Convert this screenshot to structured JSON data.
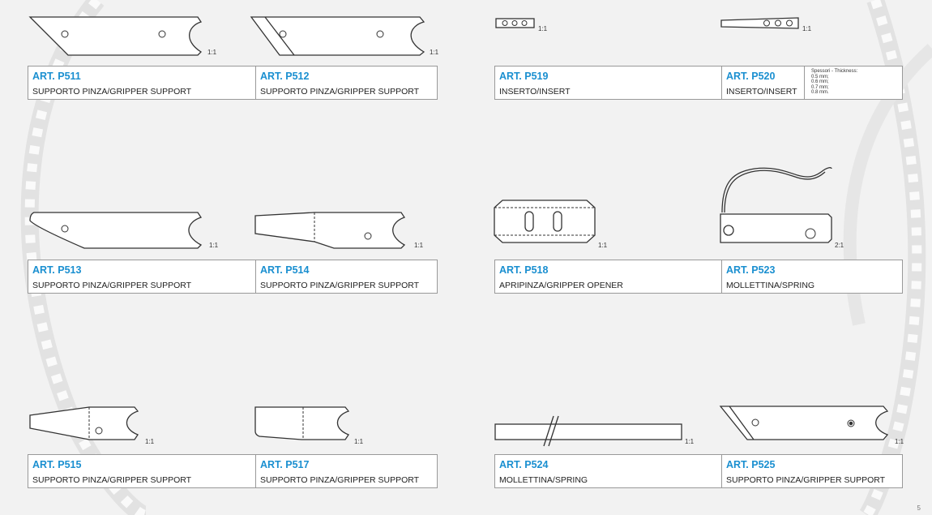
{
  "items": {
    "p511": {
      "art": "ART. P511",
      "desc": "SUPPORTO PINZA/GRIPPER SUPPORT",
      "scale": "1:1"
    },
    "p512": {
      "art": "ART. P512",
      "desc": "SUPPORTO PINZA/GRIPPER SUPPORT",
      "scale": "1:1"
    },
    "p519": {
      "art": "ART. P519",
      "desc": "INSERTO/INSERT",
      "scale": "1:1"
    },
    "p520": {
      "art": "ART. P520",
      "desc": "INSERTO/INSERT",
      "scale": "1:1"
    },
    "p513": {
      "art": "ART. P513",
      "desc": "SUPPORTO PINZA/GRIPPER SUPPORT",
      "scale": "1:1"
    },
    "p514": {
      "art": "ART. P514",
      "desc": "SUPPORTO PINZA/GRIPPER SUPPORT",
      "scale": "1:1"
    },
    "p518": {
      "art": "ART. P518",
      "desc": "APRIPINZA/GRIPPER OPENER",
      "scale": "1:1"
    },
    "p523": {
      "art": "ART. P523",
      "desc": "MOLLETTINA/SPRING",
      "scale": "2:1"
    },
    "p515": {
      "art": "ART. P515",
      "desc": "SUPPORTO PINZA/GRIPPER SUPPORT",
      "scale": "1:1"
    },
    "p517": {
      "art": "ART. P517",
      "desc": "SUPPORTO PINZA/GRIPPER SUPPORT",
      "scale": "1:1"
    },
    "p524": {
      "art": "ART. P524",
      "desc": "MOLLETTINA/SPRING",
      "scale": "1:1"
    },
    "p525": {
      "art": "ART. P525",
      "desc": "SUPPORTO PINZA/GRIPPER SUPPORT",
      "scale": "1:1"
    }
  },
  "thickness": {
    "title": "Spessori - Thickness:",
    "values": [
      "0.5 mm;",
      "0.6 mm;",
      "0.7 mm;",
      "0.8 mm."
    ]
  },
  "page_number": "5",
  "colors": {
    "accent": "#1a8fd0",
    "background": "#f2f2f2",
    "border": "#999999"
  }
}
